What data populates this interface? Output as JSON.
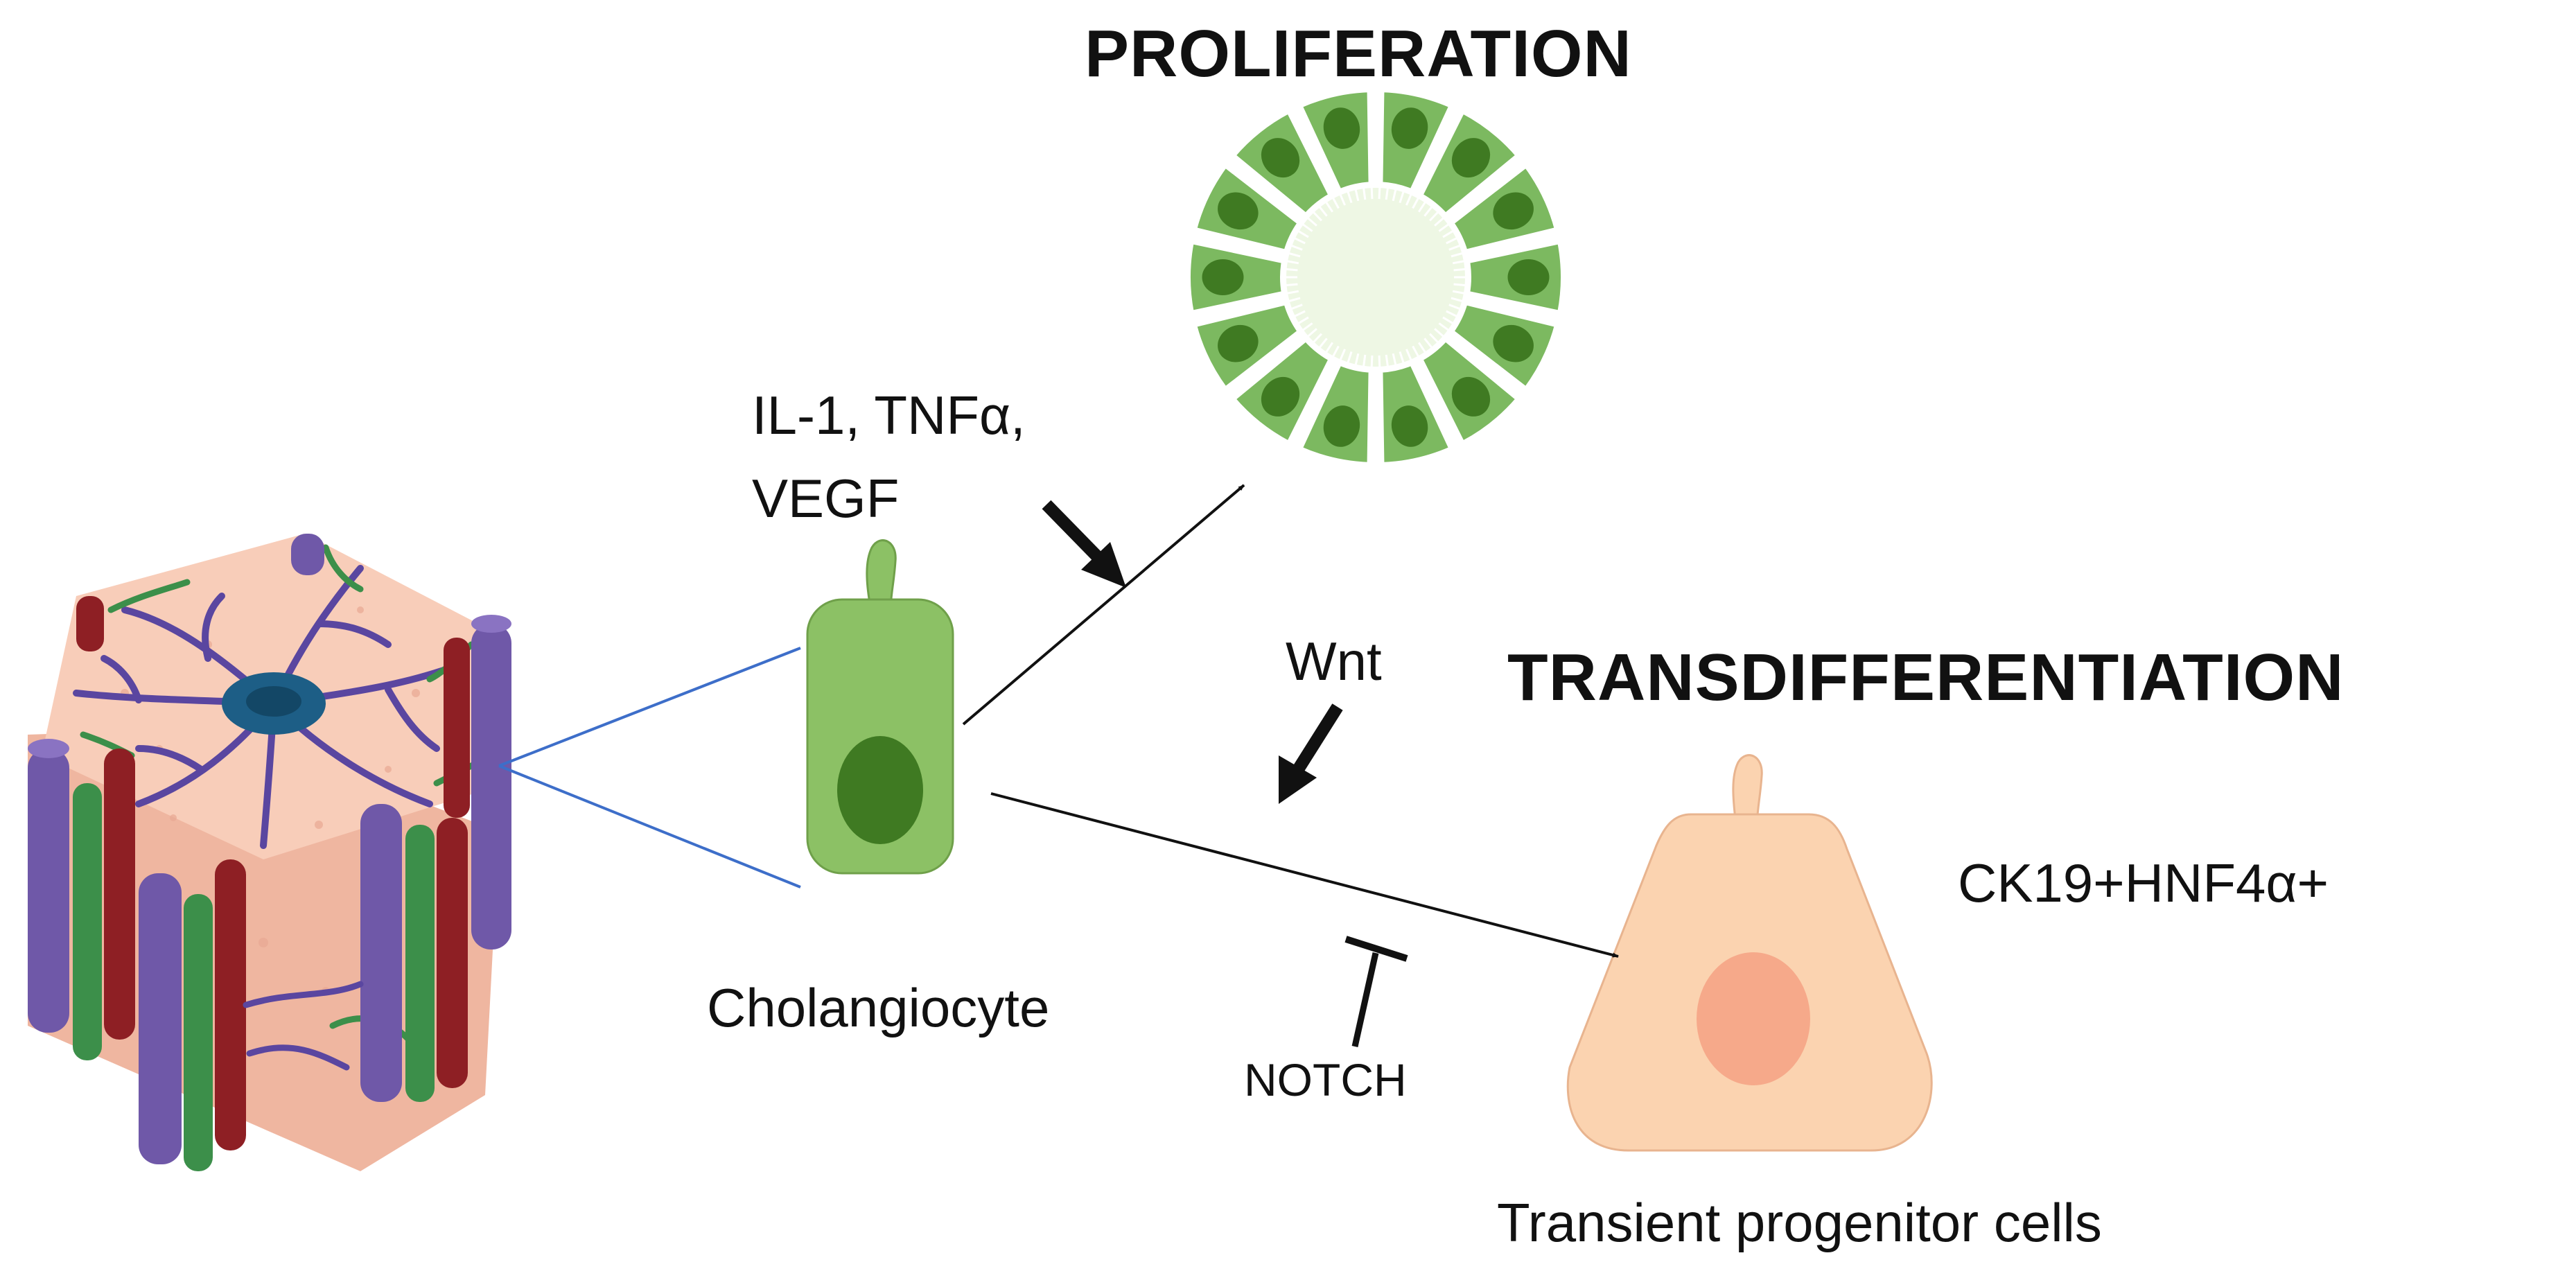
{
  "labels": {
    "proliferation": "PROLIFERATION",
    "transdifferentiation": "TRANSDIFFERENTIATION",
    "signals_line1": "IL-1, TNFα,",
    "signals_line2": "VEGF",
    "wnt": "Wnt",
    "notch": "NOTCH",
    "cholangiocyte": "Cholangiocyte",
    "progenitor": "Transient progenitor cells",
    "markers": "CK19+HNF4α+"
  },
  "colors": {
    "cholangiocyte_fill": "#8cc165",
    "cholangiocyte_nucleus": "#3f7a22",
    "organoid_cell": "#7cb960",
    "organoid_lumen": "#eef7e4",
    "progenitor_fill": "#fbd3b0",
    "progenitor_nucleus": "#f6a98a",
    "lobule_tissue": "#f6c3b0",
    "portal_vein": "#6f58a8",
    "hepatic_artery": "#8e1f24",
    "bile_duct": "#3c8f4a",
    "central_vein": "#1d5e86",
    "connector_line": "#3d6ec9"
  }
}
